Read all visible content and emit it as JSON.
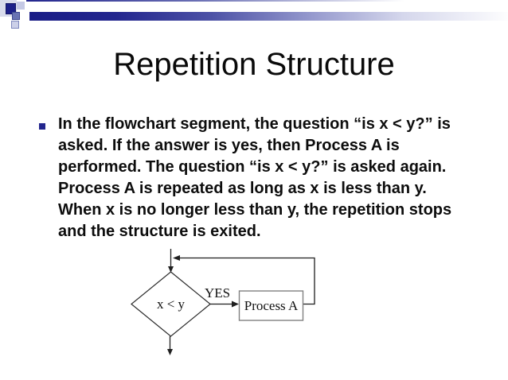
{
  "slide": {
    "title": "Repetition Structure",
    "bullet_text": "In the flowchart segment, the question “is x < y?” is asked. If the answer is yes, then Process A is performed. The question “is x < y?” is asked again. Process A is repeated as long as x is less than y. When x is no longer less than y, the repetition stops and the structure is exited."
  },
  "flowchart": {
    "decision_label": "x < y",
    "branch_label": "YES",
    "process_label": "Process A"
  },
  "colors": {
    "accent_navy": "#23268e",
    "bar_gradient_start": "#191c86",
    "process_box_border": "#808080",
    "flow_line": "#1f1f1f"
  }
}
